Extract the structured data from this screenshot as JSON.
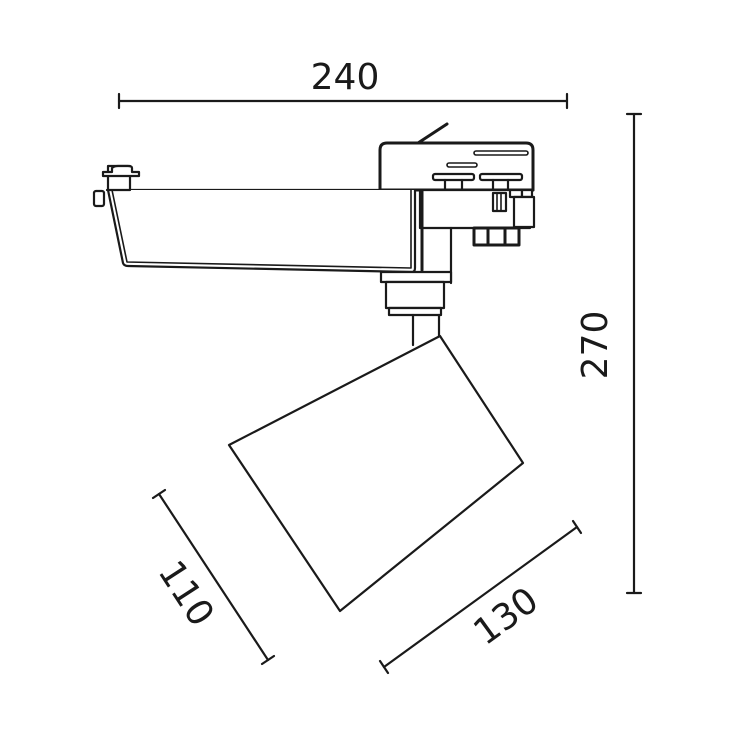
{
  "drawing": {
    "title": "Track spotlight dimension drawing",
    "line_color": "#1a1a1a",
    "background": "#ffffff"
  },
  "dimensions": {
    "width": {
      "label": "240",
      "orientation": "horizontal"
    },
    "height": {
      "label": "270",
      "orientation": "vertical"
    },
    "head_diameter": {
      "label": "110",
      "orientation": "diagonal"
    },
    "head_length": {
      "label": "130",
      "orientation": "diagonal"
    }
  },
  "parts": [
    {
      "name": "track-adapter",
      "label": ""
    },
    {
      "name": "driver-housing",
      "label": ""
    },
    {
      "name": "swivel-joint",
      "label": ""
    },
    {
      "name": "lamp-head",
      "label": ""
    }
  ]
}
